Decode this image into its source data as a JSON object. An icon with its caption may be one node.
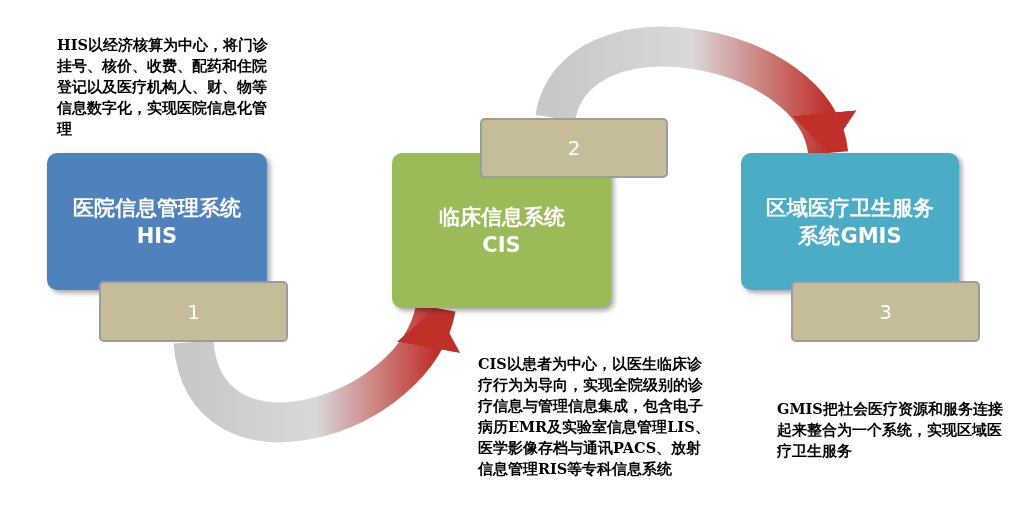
{
  "diagram": {
    "nodes": [
      {
        "text": [
          "医院信息管理系统",
          "HIS"
        ]
      },
      {
        "text": [
          "1"
        ]
      },
      {
        "text": [
          "临床信息系统",
          "CIS"
        ]
      },
      {
        "text": [
          "2"
        ]
      },
      {
        "text": [
          "区域医疗卫生服务",
          "系统GMIS"
        ]
      },
      {
        "text": [
          "3"
        ]
      }
    ],
    "edges": [
      {
        "from": 1,
        "to": 2,
        "arrow": "to"
      },
      {
        "from": 3,
        "to": 4,
        "arrow": "to"
      }
    ],
    "labels": [
      "HIS以经济核算为中心，将门诊挂号、核价、收费、配药和住院登记以及医疗机构人、财、物等信息数字化，实现医院信息化管理",
      "CIS以患者为中心，以医生临床诊疗行为为导向，实现全院级别的诊疗信息与管理信息集成，包含电子病历EMR及实验室信息管理LIS、医学影像存档与通讯PACS、放射信息管理RIS等专科信息系统",
      "GMIS把社会医疗资源和服务连接起来整合为一个系统，实现区域医疗卫生服务"
    ]
  }
}
